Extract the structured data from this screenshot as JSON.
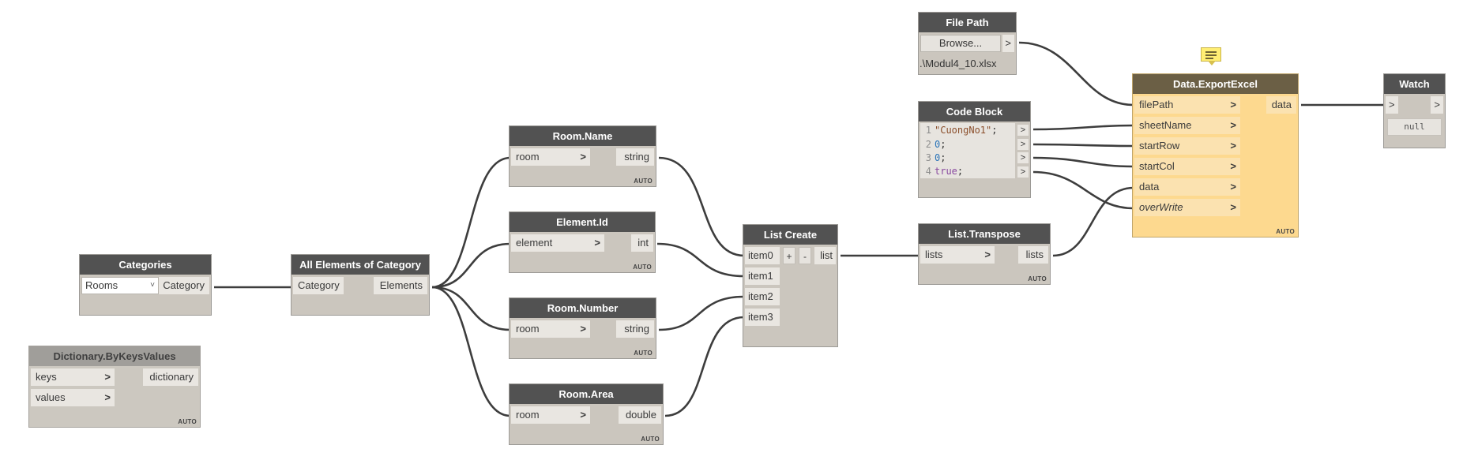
{
  "nodes": {
    "categories": {
      "title": "Categories",
      "selected": "Rooms",
      "output": "Category"
    },
    "dict": {
      "title": "Dictionary.ByKeysValues",
      "inputs": [
        "keys",
        "values"
      ],
      "output": "dictionary",
      "lacing": "AUTO"
    },
    "allelem": {
      "title": "All Elements of Category",
      "input": "Category",
      "output": "Elements"
    },
    "roomname": {
      "title": "Room.Name",
      "input": "room",
      "output": "string",
      "lacing": "AUTO"
    },
    "elemid": {
      "title": "Element.Id",
      "input": "element",
      "output": "int",
      "lacing": "AUTO"
    },
    "roomnum": {
      "title": "Room.Number",
      "input": "room",
      "output": "string",
      "lacing": "AUTO"
    },
    "roomarea": {
      "title": "Room.Area",
      "input": "room",
      "output": "double",
      "lacing": "AUTO"
    },
    "listcreate": {
      "title": "List Create",
      "inputs": [
        "item0",
        "item1",
        "item2",
        "item3"
      ],
      "add": "+",
      "remove": "-",
      "output": "list"
    },
    "filepath": {
      "title": "File Path",
      "button": "Browse...",
      "arrow": ">",
      "value": ".\\Modul4_10.xlsx"
    },
    "codeblock": {
      "title": "Code Block",
      "lines": [
        {
          "n": "1",
          "v": "\"CuongNo1\"",
          "kind": "str"
        },
        {
          "n": "2",
          "v": "0",
          "kind": "num"
        },
        {
          "n": "3",
          "v": "0",
          "kind": "num"
        },
        {
          "n": "4",
          "v": "true",
          "kind": "kw"
        }
      ],
      "semicolon": ";",
      "port_glyph": ">"
    },
    "transpose": {
      "title": "List.Transpose",
      "input": "lists",
      "output": "lists",
      "lacing": "AUTO"
    },
    "export": {
      "title": "Data.ExportExcel",
      "inputs": [
        "filePath",
        "sheetName",
        "startRow",
        "startCol",
        "data",
        "overWrite"
      ],
      "output": "data",
      "lacing": "AUTO"
    },
    "watch": {
      "title": "Watch",
      "in_glyph": ">",
      "out_glyph": ">",
      "value": "null"
    }
  },
  "colors": {
    "header": "#525252",
    "frozen_header": "#a09e9a",
    "selected_fill": "#fdd98f",
    "selected_header": "#6b5f45",
    "wire": "#3d3d3d",
    "note": "#ffee73"
  },
  "icons": {
    "port_chevron": ">",
    "combo_caret": "˅",
    "note": "note-icon"
  }
}
